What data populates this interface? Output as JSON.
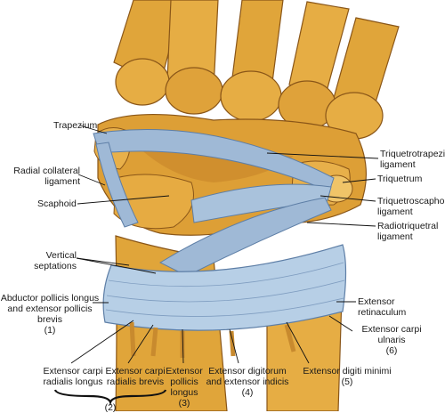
{
  "colors": {
    "bone": "#e0a53a",
    "bone_shadow": "#a8641e",
    "ligament": "#9fb9d6",
    "ligament_dark": "#5d7ea6",
    "retinaculum": "#b7cfe6",
    "leader_line": "#111111"
  },
  "labels": {
    "trapezium": "Trapezium",
    "radial_collateral": "Radial collateral\nligament",
    "scaphoid": "Scaphoid",
    "vertical_septations": "Vertical\nseptations",
    "abductor": "Abductor pollicis longus\nand extensor pollicis\nbrevis\n(1)",
    "triquetrotrapezial": "Triquetrotrapezial\nligament",
    "triquetrum": "Triquetrum",
    "triquetroscaphoid": "Triquetroscaphoid\nligament",
    "radiotriquetral": "Radiotriquetral\nligament",
    "extensor_retinaculum": "Extensor\nretinaculum",
    "extensor_carpi_ulnaris": "Extensor carpi\nulnaris\n(6)",
    "ecrl": "Extensor carpi\nradialis longus",
    "ecrb": "Extensor carpi\nradialis brevis",
    "compartment_2": "(2)",
    "epl": "Extensor\npollicis\nlongus\n(3)",
    "edc": "Extensor digitorum\nand extensor indicis\n(4)",
    "edm": "Extensor digiti minimi\n(5)"
  }
}
